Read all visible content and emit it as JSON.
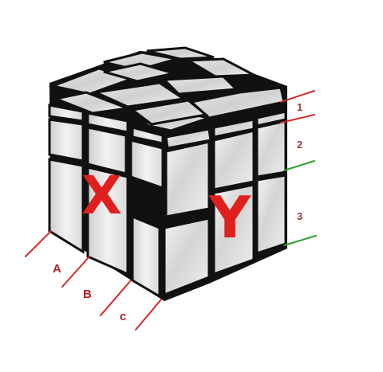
{
  "face_labels": {
    "left": "X",
    "front": "Y"
  },
  "column_labels": [
    "A",
    "B",
    "c"
  ],
  "row_labels": [
    "1",
    "2",
    "3"
  ],
  "colors": {
    "annotation_red": "#e0201c",
    "marker_red": "#d32a2a",
    "marker_green": "#2aa02a",
    "row_label": "#a23a3a",
    "column_label": "#b02020",
    "cube_black": "#111111",
    "sticker_silver": "#e6e6e6"
  }
}
